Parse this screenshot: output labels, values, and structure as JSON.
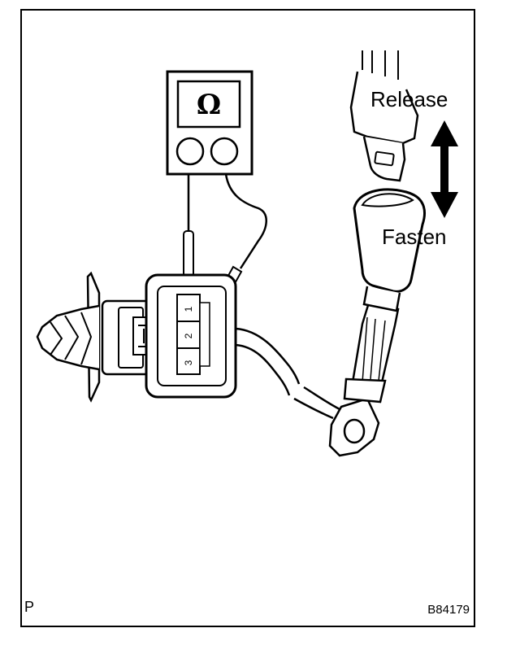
{
  "labels": {
    "release": "Release",
    "fasten": "Fasten",
    "corner_mark": "P",
    "figure_code": "B84179"
  },
  "ohmmeter": {
    "symbol": "Ω"
  },
  "connector": {
    "pins": [
      "1",
      "2",
      "3"
    ]
  }
}
